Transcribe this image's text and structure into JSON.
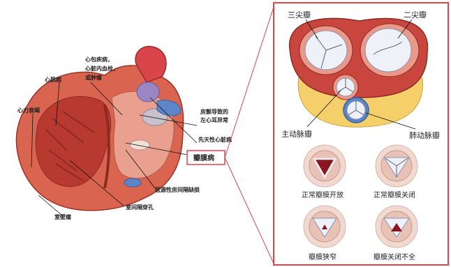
{
  "left_labels": {
    "heart_failure": "心力衰竭",
    "cardiomyopathy": "心肌病",
    "pericardial_line1": "心包疾病，",
    "pericardial_line2": "心脏内血栓，",
    "pericardial_line3": "或肿瘤",
    "atrial_line1": "房颤导致的",
    "atrial_line2": "左心耳异常",
    "congenital": "先天性心脏病",
    "valve_disease": "瓣膜病",
    "asd": "医源性房间隔缺损",
    "vsd": "室间隔穿孔",
    "aneurysm": "室壁瘤"
  },
  "valve_panel": {
    "tricuspid": "三尖瓣",
    "mitral": "二尖瓣",
    "aortic": "主动脉瓣",
    "pulmonary": "肺动脉瓣",
    "normal_open": "正常瓣膜开放",
    "normal_closed": "正常瓣膜关闭",
    "stenosis": "瓣膜狭窄",
    "regurgitation": "瓣膜关闭不全"
  },
  "colors": {
    "frame": "#e0444a",
    "muscle": "#c8463d",
    "muscle_light": "#e9988a",
    "fat": "#f4cf6a",
    "vessel_purple": "#9b86c4",
    "vessel_blue": "#5d86c9"
  }
}
